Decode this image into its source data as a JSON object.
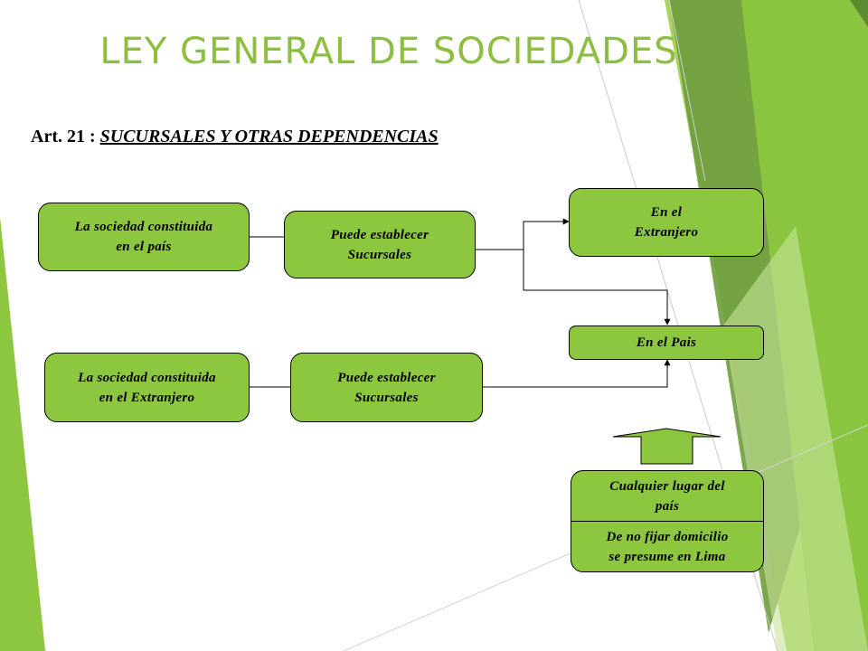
{
  "slide": {
    "title": "LEY GENERAL DE SOCIEDADES",
    "article_label": "Art. 21 :",
    "article_topic": "SUCURSALES Y OTRAS DEPENDENCIAS"
  },
  "nodes": {
    "local_company": {
      "line1": "La sociedad constituida",
      "line2": "en el país"
    },
    "local_branches": {
      "line1": "Puede establecer",
      "line2": "Sucursales"
    },
    "abroad_dest": {
      "line1": "En el",
      "line2": "Extranjero"
    },
    "country_dest": {
      "line1": "En el Pais"
    },
    "foreign_company": {
      "line1": "La sociedad constituida",
      "line2": "en el Extranjero"
    },
    "foreign_branches": {
      "line1": "Puede establecer",
      "line2": "Sucursales"
    },
    "any_place": {
      "line1": "Cualquier lugar del",
      "line2": "país",
      "line3": "De no fijar domicilio",
      "line4": "se presume en Lima"
    }
  },
  "colors": {
    "accent": "#8dc63f",
    "title": "#8cbf3f",
    "deco_dark": "#6c9a3a",
    "deco_light": "#9fcf4a"
  },
  "icons": {
    "up_arrow": "block-up-arrow-icon"
  }
}
